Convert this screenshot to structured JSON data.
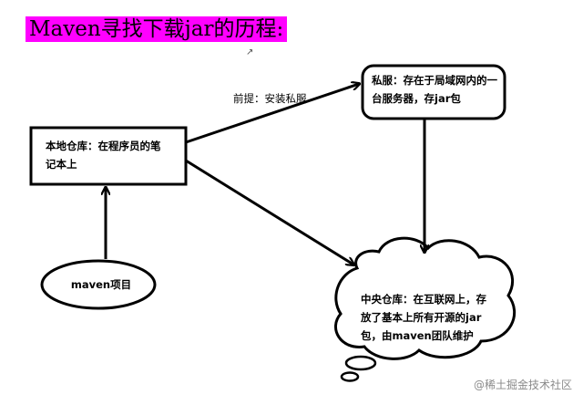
{
  "title": "Maven寻找下载jar的历程:",
  "nodes": {
    "local_repo": "本地仓库：在程序员的笔记本上",
    "private_server": "私服：存在于局域网内的一台服务器，存jar包",
    "central_repo": "中央仓库：在互联网上，存放了基本上所有开源的jar包，由maven团队维护",
    "maven_project": "maven项目"
  },
  "edges": {
    "local_to_private_label": "前提：安装私服"
  },
  "watermark": "@稀土掘金技术社区"
}
